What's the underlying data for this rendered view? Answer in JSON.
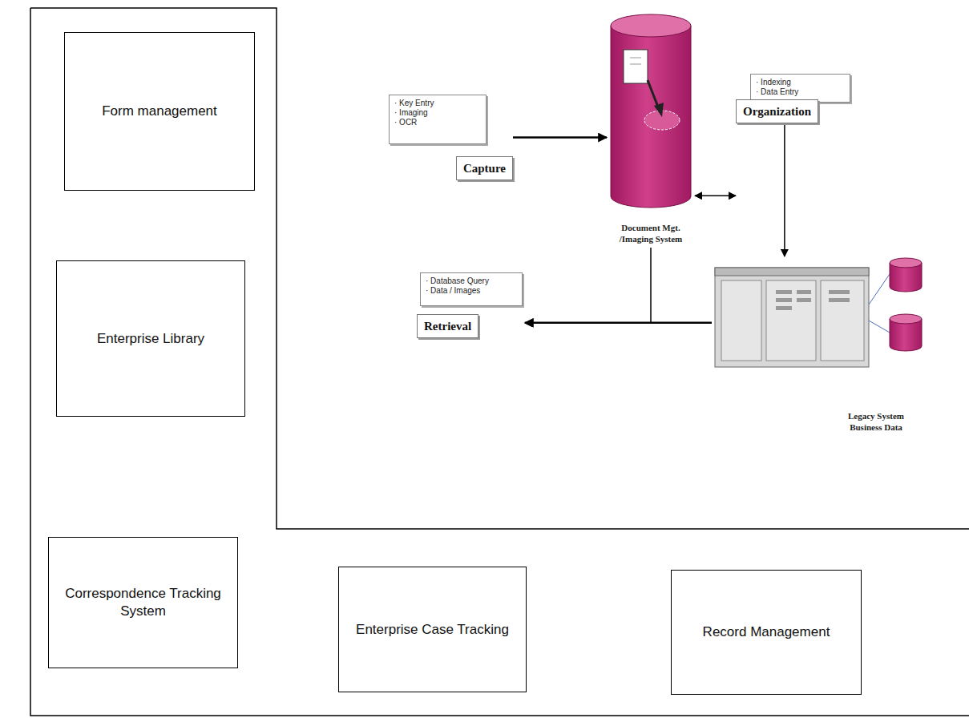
{
  "diagram": {
    "nodes": [
      {
        "text": [
          "Form management"
        ]
      },
      {
        "text": [
          "Enterprise Library"
        ]
      },
      {
        "text": [
          "· Key Entry",
          "· Imaging",
          "· OCR",
          "Capture"
        ]
      },
      {
        "text": [
          "Document Mgt. /Imaging System"
        ]
      },
      {
        "text": [
          "· Indexing",
          "· Data Entry",
          "Organization"
        ]
      },
      {
        "text": [
          "· Database Query",
          "· Data / Images",
          "Retrieval"
        ]
      },
      {
        "text": [
          "Legacy System Business Data"
        ]
      },
      {
        "text": [
          "Correspondence Tracking System"
        ]
      },
      {
        "text": [
          "Enterprise Case Tracking"
        ]
      },
      {
        "text": [
          "Record Management"
        ]
      }
    ],
    "edges": [
      {
        "from": 2,
        "to": 3,
        "arrow": "to"
      },
      {
        "from": 3,
        "to": 4,
        "arrow": "both"
      },
      {
        "from": 4,
        "to": 6,
        "arrow": "to"
      },
      {
        "from": 3,
        "to": 5,
        "arrow": "to"
      },
      {
        "from": 6,
        "to": 5,
        "arrow": "to"
      }
    ]
  }
}
